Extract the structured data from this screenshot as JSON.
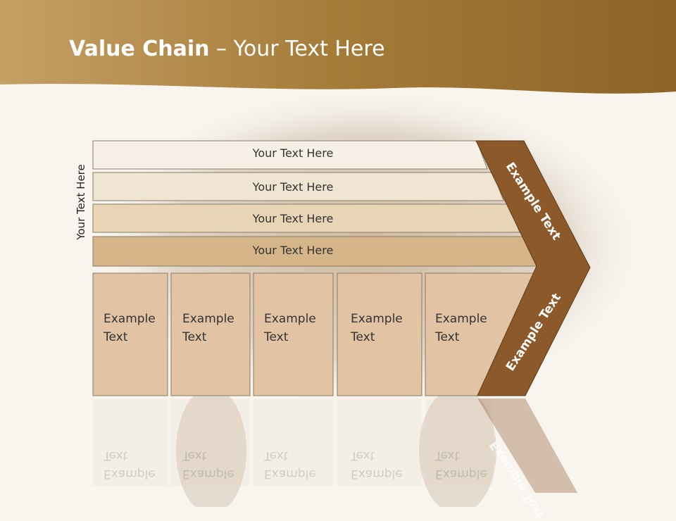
{
  "slide": {
    "title_bold": "Value Chain",
    "title_rest": " – Your Text Here",
    "side_label": "Your Text Here"
  },
  "bands": [
    {
      "label": "Your Text Here",
      "color": "#f7f0e6"
    },
    {
      "label": "Your Text Here",
      "color": "#f0e4d2"
    },
    {
      "label": "Your Text Here",
      "color": "#e8d5b6"
    },
    {
      "label": "Your Text Here",
      "color": "#d6b688"
    }
  ],
  "boxes": [
    {
      "line1": "Example",
      "line2": "Text"
    },
    {
      "line1": "Example",
      "line2": "Text"
    },
    {
      "line1": "Example",
      "line2": "Text"
    },
    {
      "line1": "Example",
      "line2": "Text"
    },
    {
      "line1": "Example",
      "line2": "Text"
    }
  ],
  "chevron": {
    "upper_label": "Example Text",
    "lower_label": "Example Text",
    "color": "#8c5a2a"
  },
  "colors": {
    "header": "#a8813f",
    "box_fill": "#e2c3a4",
    "box_border": "#8a7a66"
  }
}
